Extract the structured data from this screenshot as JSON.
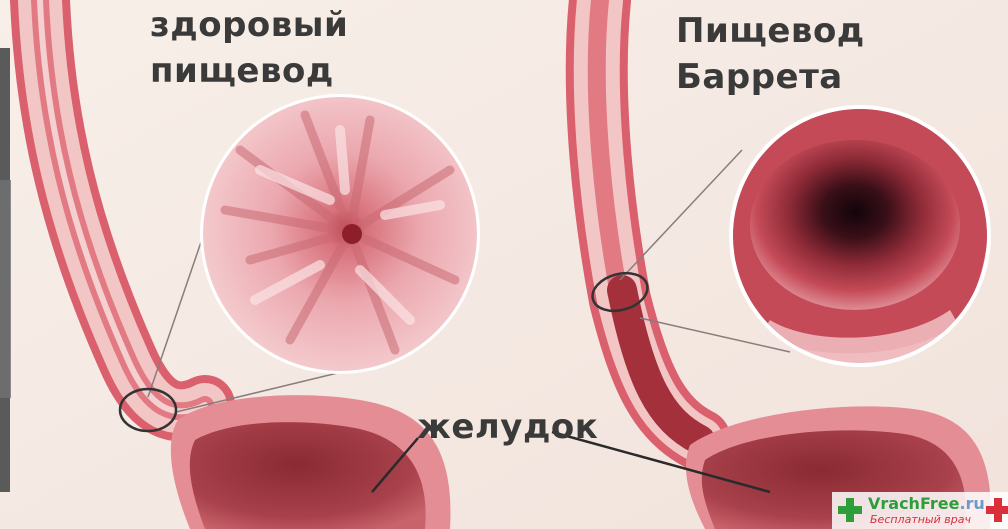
{
  "labels": {
    "healthy_line1": "здоровый",
    "healthy_line2": "пищевод",
    "barrett_line1": "Пищевод",
    "barrett_line2": "Баррета",
    "stomach": "желудок"
  },
  "watermark": {
    "site_name": "VrachFree",
    "site_tld": ".ru",
    "tagline": "Бесплатный врач"
  },
  "colors": {
    "background": "#f6ece6",
    "tube_wall": "#d9606c",
    "tube_inner": "#f3c6c6",
    "stomach": "#a23a44",
    "healthy_lumen": "#f1b8bc",
    "barrett_lumen": "#2a0d12",
    "barrett_tissue": "#c94a55",
    "label_text": "#3a3a3a"
  }
}
